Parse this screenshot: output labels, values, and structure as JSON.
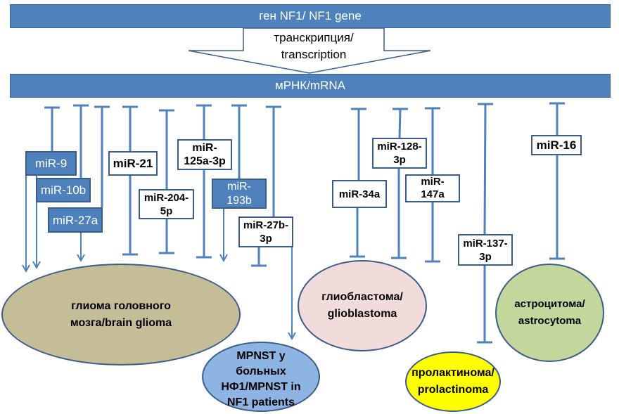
{
  "header": {
    "gene_label": "ген NF1/ NF1 gene",
    "transcription_label_ru": "транскрипция/",
    "transcription_label_en": "transcription",
    "mrna_label": "мРНК/mRNA"
  },
  "colors": {
    "primary_blue": "#4f81bd",
    "border_blue": "#3b5d8a",
    "glioma_fill": "#c4bd97",
    "glioblastoma_fill": "#f2dcdb",
    "astrocytoma_fill": "#c3d69b",
    "mpnst_fill": "#8eb4e3",
    "prolactinoma_fill": "#ffff00"
  },
  "mirnas": [
    {
      "id": "mir9",
      "line1": "miR-9",
      "line2": "",
      "style": "blue",
      "effect": "activates",
      "target": "brain_glioma"
    },
    {
      "id": "mir10b",
      "line1": "miR-10b",
      "line2": "",
      "style": "blue",
      "effect": "activates",
      "target": "brain_glioma"
    },
    {
      "id": "mir27a",
      "line1": "miR-27a",
      "line2": "",
      "style": "blue",
      "effect": "activates",
      "target": "brain_glioma"
    },
    {
      "id": "mir21",
      "line1": "miR-21",
      "line2": "",
      "style": "white",
      "effect": "inhibits",
      "target": "brain_glioma"
    },
    {
      "id": "mir204",
      "line1": "miR-204-",
      "line2": "5p",
      "style": "white",
      "effect": "inhibits",
      "target": "brain_glioma"
    },
    {
      "id": "mir125a",
      "line1": "miR-",
      "line2": "125a-3p",
      "style": "white",
      "effect": "inhibits",
      "target": "brain_glioma"
    },
    {
      "id": "mir193b",
      "line1": "miR-",
      "line2": "193b",
      "style": "blue",
      "effect": "activates",
      "target": "brain_glioma"
    },
    {
      "id": "mir27b",
      "line1": "miR-27b-",
      "line2": "3p",
      "style": "white",
      "effect": "inhibits/activates",
      "target": "brain_glioma/MPNST"
    },
    {
      "id": "mir34a",
      "line1": "miR-34a",
      "line2": "",
      "style": "white",
      "effect": "inhibits",
      "target": "glioblastoma"
    },
    {
      "id": "mir128",
      "line1": "miR-128-",
      "line2": "3p",
      "style": "white",
      "effect": "inhibits",
      "target": "glioblastoma"
    },
    {
      "id": "mir147a",
      "line1": "miR-",
      "line2": "147a",
      "style": "white",
      "effect": "inhibits",
      "target": "glioblastoma"
    },
    {
      "id": "mir137",
      "line1": "miR-137-",
      "line2": "3p",
      "style": "white",
      "effect": "inhibits",
      "target": "prolactinoma"
    },
    {
      "id": "mir16",
      "line1": "miR-16",
      "line2": "",
      "style": "white",
      "effect": "inhibits",
      "target": "astrocytoma"
    }
  ],
  "diseases": {
    "brain_glioma": {
      "line1": "глиома головного",
      "line2": "мозга/brain glioma"
    },
    "glioblastoma": {
      "line1": "глиобластома/",
      "line2": "glioblastoma"
    },
    "astrocytoma": {
      "line1": "астроцитома/",
      "line2": "astrocytoma"
    },
    "mpnst": {
      "line1": "MPNST у",
      "line2": "больных",
      "line3": "НФ1/MPNST in",
      "line4": "NF1 patients"
    },
    "prolactinoma": {
      "line1": "пролактинома/",
      "line2": "prolactinoma"
    }
  }
}
